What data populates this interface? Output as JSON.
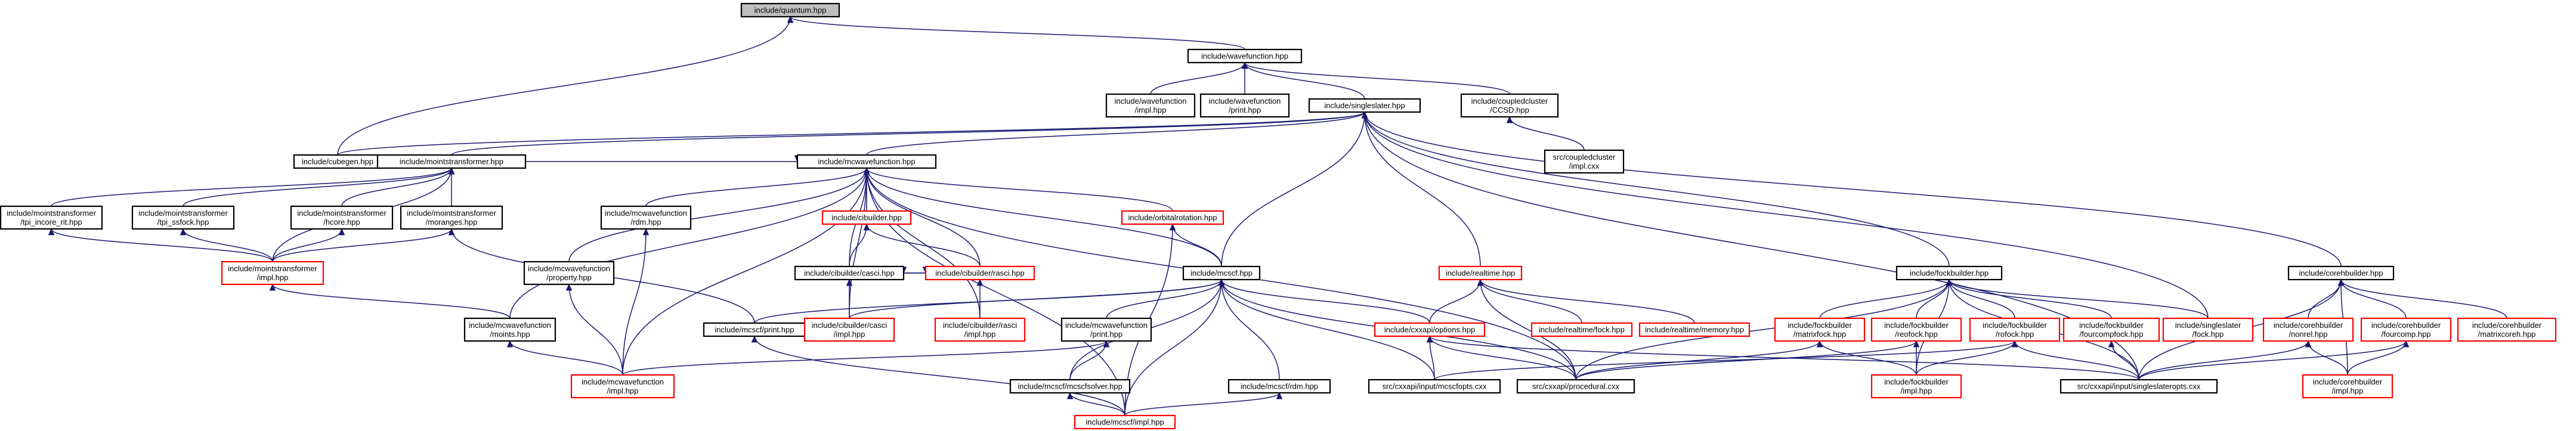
{
  "diagram": {
    "nodes": [
      {
        "id": "quantum",
        "lines": [
          "include/quantum.hpp"
        ],
        "style": "root"
      },
      {
        "id": "wavefunction",
        "lines": [
          "include/wavefunction.hpp"
        ],
        "style": "black"
      },
      {
        "id": "cubegen",
        "lines": [
          "include/cubegen.hpp"
        ],
        "style": "black"
      },
      {
        "id": "wf_impl",
        "lines": [
          "include/wavefunction",
          "/impl.hpp"
        ],
        "style": "black"
      },
      {
        "id": "wf_print",
        "lines": [
          "include/wavefunction",
          "/print.hpp"
        ],
        "style": "black"
      },
      {
        "id": "singleslater",
        "lines": [
          "include/singleslater.hpp"
        ],
        "style": "black"
      },
      {
        "id": "ccsd",
        "lines": [
          "include/coupledcluster",
          "/CCSD.hpp"
        ],
        "style": "black"
      },
      {
        "id": "cc_impl",
        "lines": [
          "src/coupledcluster",
          "/impl.cxx"
        ],
        "style": "black"
      },
      {
        "id": "mointstransformer",
        "lines": [
          "include/mointstransformer.hpp"
        ],
        "style": "black"
      },
      {
        "id": "mcwavefunction",
        "lines": [
          "include/mcwavefunction.hpp"
        ],
        "style": "black"
      },
      {
        "id": "mt_tpi_incore",
        "lines": [
          "include/mointstransformer",
          "/tpi_incore_rit.hpp"
        ],
        "style": "black"
      },
      {
        "id": "mt_tpi_ssfock",
        "lines": [
          "include/mointstransformer",
          "/tpi_ssfock.hpp"
        ],
        "style": "black"
      },
      {
        "id": "mt_hcore",
        "lines": [
          "include/mointstransformer",
          "/hcore.hpp"
        ],
        "style": "black"
      },
      {
        "id": "mt_moranges",
        "lines": [
          "include/mointstransformer",
          "/moranges.hpp"
        ],
        "style": "black"
      },
      {
        "id": "mt_impl",
        "lines": [
          "include/mointstransformer",
          "/impl.hpp"
        ],
        "style": "red"
      },
      {
        "id": "mcwf_property",
        "lines": [
          "include/mcwavefunction",
          "/property.hpp"
        ],
        "style": "black"
      },
      {
        "id": "mcwf_rdm",
        "lines": [
          "include/mcwavefunction",
          "/rdm.hpp"
        ],
        "style": "black"
      },
      {
        "id": "cibuilder",
        "lines": [
          "include/cibuilder.hpp"
        ],
        "style": "red"
      },
      {
        "id": "orbitalrotation",
        "lines": [
          "include/orbitalrotation.hpp"
        ],
        "style": "red"
      },
      {
        "id": "ci_casci",
        "lines": [
          "include/cibuilder/casci.hpp"
        ],
        "style": "black"
      },
      {
        "id": "ci_rasci",
        "lines": [
          "include/cibuilder/rasci.hpp"
        ],
        "style": "red"
      },
      {
        "id": "mcscf",
        "lines": [
          "include/mcscf.hpp"
        ],
        "style": "black"
      },
      {
        "id": "realtime",
        "lines": [
          "include/realtime.hpp"
        ],
        "style": "red"
      },
      {
        "id": "fockbuilder",
        "lines": [
          "include/fockbuilder.hpp"
        ],
        "style": "black"
      },
      {
        "id": "corehbuilder",
        "lines": [
          "include/corehbuilder.hpp"
        ],
        "style": "black"
      },
      {
        "id": "mcwf_moints",
        "lines": [
          "include/mcwavefunction",
          "/moints.hpp"
        ],
        "style": "black"
      },
      {
        "id": "mcscf_print",
        "lines": [
          "include/mcscf/print.hpp"
        ],
        "style": "black"
      },
      {
        "id": "ci_casci_impl",
        "lines": [
          "include/cibuilder/casci",
          "/impl.hpp"
        ],
        "style": "red"
      },
      {
        "id": "ci_rasci_impl",
        "lines": [
          "include/cibuilder/rasci",
          "/impl.hpp"
        ],
        "style": "red"
      },
      {
        "id": "mcwf_print",
        "lines": [
          "include/mcwavefunction",
          "/print.hpp"
        ],
        "style": "black"
      },
      {
        "id": "cxxapi_options",
        "lines": [
          "include/cxxapi/options.hpp"
        ],
        "style": "red"
      },
      {
        "id": "rt_fock",
        "lines": [
          "include/realtime/fock.hpp"
        ],
        "style": "red"
      },
      {
        "id": "rt_memory",
        "lines": [
          "include/realtime/memory.hpp"
        ],
        "style": "red"
      },
      {
        "id": "fb_matrixfock",
        "lines": [
          "include/fockbuilder",
          "/matrixfock.hpp"
        ],
        "style": "red"
      },
      {
        "id": "fb_reofock",
        "lines": [
          "include/fockbuilder",
          "/reofock.hpp"
        ],
        "style": "red"
      },
      {
        "id": "fb_rofock",
        "lines": [
          "include/fockbuilder",
          "/rofock.hpp"
        ],
        "style": "red"
      },
      {
        "id": "fb_fourcompfock",
        "lines": [
          "include/fockbuilder",
          "/fourcompfock.hpp"
        ],
        "style": "red"
      },
      {
        "id": "ss_fock",
        "lines": [
          "include/singleslater",
          "/fock.hpp"
        ],
        "style": "red"
      },
      {
        "id": "ch_nonrel",
        "lines": [
          "include/corehbuilder",
          "/nonrel.hpp"
        ],
        "style": "red"
      },
      {
        "id": "ch_fourcomp",
        "lines": [
          "include/corehbuilder",
          "/fourcomp.hpp"
        ],
        "style": "red"
      },
      {
        "id": "ch_matrixcoreh",
        "lines": [
          "include/corehbuilder",
          "/matrixcoreh.hpp"
        ],
        "style": "red"
      },
      {
        "id": "mcwf_impl",
        "lines": [
          "include/mcwavefunction",
          "/impl.hpp"
        ],
        "style": "red"
      },
      {
        "id": "mcscf_solver",
        "lines": [
          "include/mcscf/mcscfsolver.hpp"
        ],
        "style": "black"
      },
      {
        "id": "mcscf_rdm",
        "lines": [
          "include/mcscf/rdm.hpp"
        ],
        "style": "black"
      },
      {
        "id": "cxxapi_mcscfopts",
        "lines": [
          "src/cxxapi/input/mcscfopts.cxx"
        ],
        "style": "black"
      },
      {
        "id": "cxxapi_procedural",
        "lines": [
          "src/cxxapi/procedural.cxx"
        ],
        "style": "black"
      },
      {
        "id": "fb_impl",
        "lines": [
          "include/fockbuilder",
          "/impl.hpp"
        ],
        "style": "red"
      },
      {
        "id": "cxxapi_ssopts",
        "lines": [
          "src/cxxapi/input/singleslateropts.cxx"
        ],
        "style": "black"
      },
      {
        "id": "ch_impl",
        "lines": [
          "include/corehbuilder",
          "/impl.hpp"
        ],
        "style": "red"
      },
      {
        "id": "mcscf_impl",
        "lines": [
          "include/mcscf/impl.hpp"
        ],
        "style": "red"
      }
    ],
    "edges": [
      [
        "wavefunction",
        "quantum"
      ],
      [
        "cubegen",
        "quantum"
      ],
      [
        "wf_impl",
        "wavefunction"
      ],
      [
        "wf_print",
        "wavefunction"
      ],
      [
        "singleslater",
        "wavefunction"
      ],
      [
        "ccsd",
        "wavefunction"
      ],
      [
        "cc_impl",
        "ccsd"
      ],
      [
        "cubegen",
        "singleslater"
      ],
      [
        "mointstransformer",
        "singleslater"
      ],
      [
        "mcwavefunction",
        "singleslater"
      ],
      [
        "mcscf",
        "singleslater"
      ],
      [
        "realtime",
        "singleslater"
      ],
      [
        "fockbuilder",
        "singleslater"
      ],
      [
        "corehbuilder",
        "singleslater"
      ],
      [
        "ss_fock",
        "singleslater"
      ],
      [
        "cxxapi_ssopts",
        "singleslater"
      ],
      [
        "mt_tpi_incore",
        "mointstransformer"
      ],
      [
        "mt_tpi_ssfock",
        "mointstransformer"
      ],
      [
        "mt_hcore",
        "mointstransformer"
      ],
      [
        "mt_moranges",
        "mointstransformer"
      ],
      [
        "mt_impl",
        "mointstransformer"
      ],
      [
        "mt_impl",
        "mt_tpi_incore"
      ],
      [
        "mt_impl",
        "mt_tpi_ssfock"
      ],
      [
        "mt_impl",
        "mt_hcore"
      ],
      [
        "mt_impl",
        "mt_moranges"
      ],
      [
        "mcwf_moints",
        "mt_impl"
      ],
      [
        "mointstransformer",
        "mcwavefunction"
      ],
      [
        "mcwf_property",
        "mcwavefunction"
      ],
      [
        "mcwf_rdm",
        "mcwavefunction"
      ],
      [
        "cibuilder",
        "mcwavefunction"
      ],
      [
        "orbitalrotation",
        "mcwavefunction"
      ],
      [
        "mcscf",
        "mcwavefunction"
      ],
      [
        "mcwf_moints",
        "mcwavefunction"
      ],
      [
        "mcwf_impl",
        "mcwavefunction"
      ],
      [
        "ci_casci",
        "mcwavefunction"
      ],
      [
        "ci_rasci",
        "mcwavefunction"
      ],
      [
        "cxxapi_procedural",
        "mcwavefunction"
      ],
      [
        "ci_casci_impl",
        "mcwavefunction"
      ],
      [
        "ci_rasci_impl",
        "mcwavefunction"
      ],
      [
        "mcscf_impl",
        "mcwavefunction"
      ],
      [
        "mcwf_impl",
        "mcwf_property"
      ],
      [
        "mcwf_impl",
        "mcwf_rdm"
      ],
      [
        "mcwf_impl",
        "mcwf_moints"
      ],
      [
        "mcscf_print",
        "mt_moranges"
      ],
      [
        "ci_casci",
        "cibuilder"
      ],
      [
        "ci_rasci",
        "cibuilder"
      ],
      [
        "ci_casci_impl",
        "ci_casci"
      ],
      [
        "ci_rasci_impl",
        "ci_rasci"
      ],
      [
        "ci_rasci",
        "ci_casci"
      ],
      [
        "ci_casci",
        "ci_rasci"
      ],
      [
        "mcscf",
        "orbitalrotation"
      ],
      [
        "mcscf_impl",
        "orbitalrotation"
      ],
      [
        "mcscf_print",
        "mcscf"
      ],
      [
        "ci_casci_impl",
        "mcscf"
      ],
      [
        "mcwf_print",
        "mcscf"
      ],
      [
        "cxxapi_options",
        "mcscf"
      ],
      [
        "mcscf_solver",
        "mcscf"
      ],
      [
        "mcscf_rdm",
        "mcscf"
      ],
      [
        "cxxapi_mcscfopts",
        "mcscf"
      ],
      [
        "cxxapi_procedural",
        "mcscf"
      ],
      [
        "mcscf_impl",
        "mcscf"
      ],
      [
        "mcscf_impl",
        "mcscf_print"
      ],
      [
        "mcscf_solver",
        "mcwf_print"
      ],
      [
        "mcwf_impl",
        "mcwf_print"
      ],
      [
        "mcscf_impl",
        "mcscf_solver"
      ],
      [
        "mcscf_impl",
        "mcscf_rdm"
      ],
      [
        "cxxapi_mcscfopts",
        "cxxapi_options"
      ],
      [
        "cxxapi_procedural",
        "cxxapi_options"
      ],
      [
        "cxxapi_ssopts",
        "cxxapi_options"
      ],
      [
        "cxxapi_options",
        "realtime"
      ],
      [
        "rt_fock",
        "realtime"
      ],
      [
        "rt_memory",
        "realtime"
      ],
      [
        "cxxapi_procedural",
        "realtime"
      ],
      [
        "fb_matrixfock",
        "fockbuilder"
      ],
      [
        "fb_reofock",
        "fockbuilder"
      ],
      [
        "fb_rofock",
        "fockbuilder"
      ],
      [
        "fb_fourcompfock",
        "fockbuilder"
      ],
      [
        "ss_fock",
        "fockbuilder"
      ],
      [
        "fb_impl",
        "fockbuilder"
      ],
      [
        "cxxapi_ssopts",
        "fockbuilder"
      ],
      [
        "cxxapi_procedural",
        "fockbuilder"
      ],
      [
        "fb_impl",
        "fb_matrixfock"
      ],
      [
        "fb_impl",
        "fb_reofock"
      ],
      [
        "fb_impl",
        "fb_rofock"
      ],
      [
        "cxxapi_procedural",
        "fb_matrixfock"
      ],
      [
        "cxxapi_procedural",
        "fb_reofock"
      ],
      [
        "cxxapi_mcscfopts",
        "fb_rofock"
      ],
      [
        "cxxapi_ssopts",
        "fb_rofock"
      ],
      [
        "cxxapi_ssopts",
        "fb_fourcompfock"
      ],
      [
        "ch_nonrel",
        "corehbuilder"
      ],
      [
        "ch_fourcomp",
        "corehbuilder"
      ],
      [
        "ch_matrixcoreh",
        "corehbuilder"
      ],
      [
        "ch_impl",
        "corehbuilder"
      ],
      [
        "cxxapi_ssopts",
        "corehbuilder"
      ],
      [
        "ch_impl",
        "ch_nonrel"
      ],
      [
        "ch_impl",
        "ch_fourcomp"
      ],
      [
        "cxxapi_ssopts",
        "ch_nonrel"
      ],
      [
        "cxxapi_ssopts",
        "ch_fourcomp"
      ]
    ]
  }
}
